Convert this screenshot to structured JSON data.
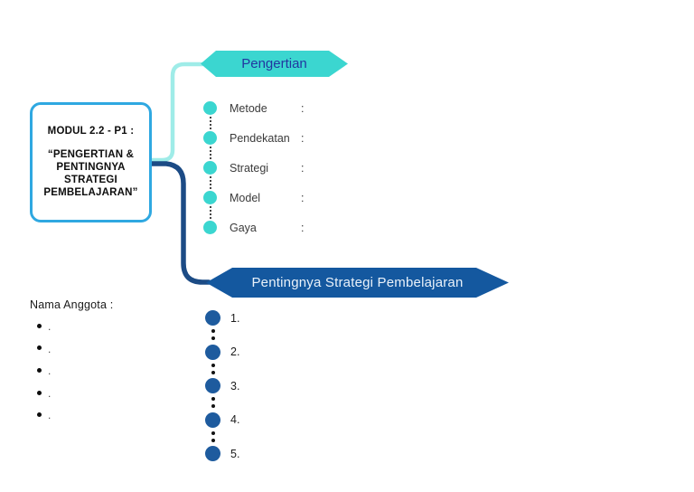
{
  "module_box": {
    "title": "MODUL 2.2 - P1 :",
    "subtitle": "“PENGERTIAN & PENTINGNYA STRATEGI PEMBELAJARAN”"
  },
  "pengertian_branch": {
    "banner_label": "Pengertian",
    "items": [
      {
        "label": "Metode",
        "value": ":"
      },
      {
        "label": "Pendekatan",
        "value": ":"
      },
      {
        "label": "Strategi",
        "value": ":"
      },
      {
        "label": "Model",
        "value": ":"
      },
      {
        "label": "Gaya",
        "value": ":"
      }
    ]
  },
  "pentingnya_branch": {
    "banner_label": "Pentingnya Strategi Pembelajaran",
    "items": [
      {
        "number": "1."
      },
      {
        "number": "2."
      },
      {
        "number": "3."
      },
      {
        "number": "4."
      },
      {
        "number": "5."
      }
    ]
  },
  "members": {
    "heading": "Nama Anggota :",
    "items": [
      {
        "text": "."
      },
      {
        "text": "."
      },
      {
        "text": "."
      },
      {
        "text": "."
      },
      {
        "text": "."
      }
    ]
  },
  "colors": {
    "teal_node": "#3BD6D0",
    "teal_connector": "#9FECE8",
    "dark_blue_node": "#14589F",
    "dark_blue_connector": "#1C4B85",
    "dark_circle": "#1E5B9E",
    "box_border": "#2FA8E1",
    "teal_banner_text": "#2236A0",
    "dark_banner_text": "#EAF2FA"
  }
}
